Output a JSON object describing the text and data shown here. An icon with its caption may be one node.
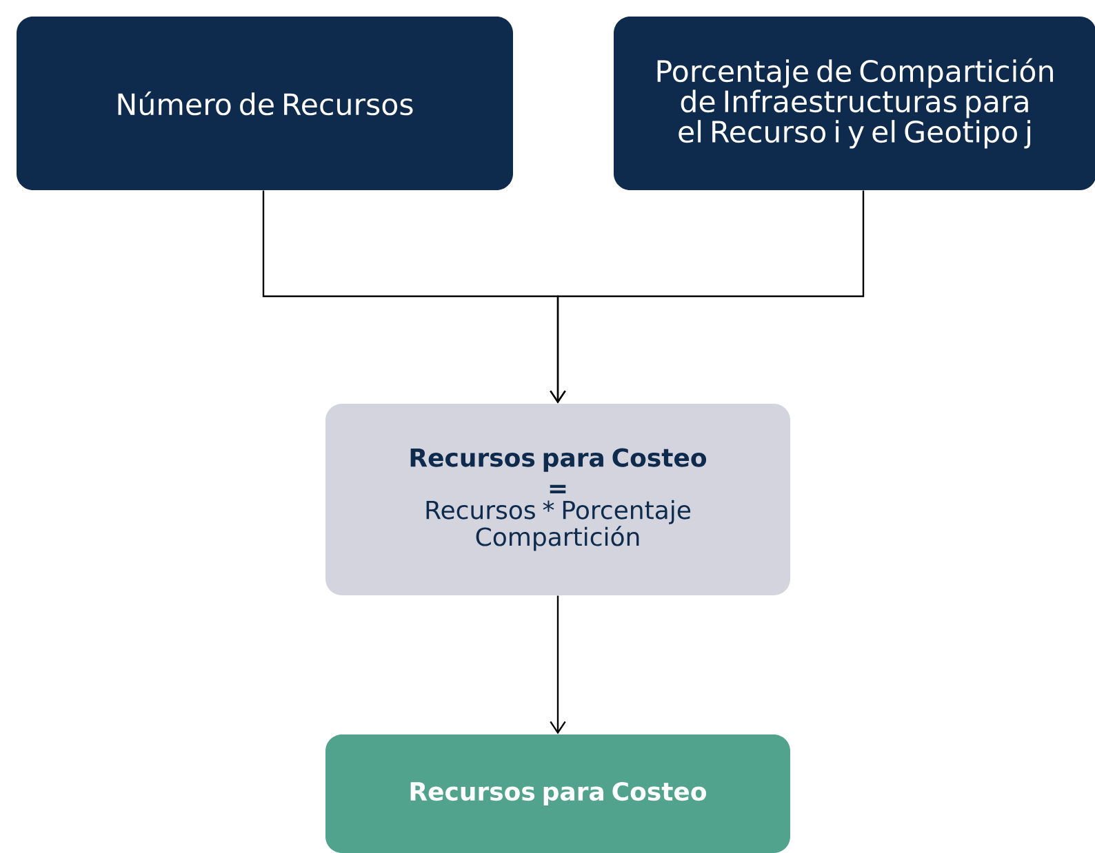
{
  "diagram": {
    "nodes": [
      {
        "text": [
          "Número de Recursos"
        ]
      },
      {
        "text": [
          "Porcentaje de Compartición de Infraestructuras para el Recurso i y el Geotipo j"
        ]
      },
      {
        "text": [
          "Recursos para Costeo",
          "=",
          "Recursos * Porcentaje Compartición"
        ]
      },
      {
        "text": [
          "Recursos para Costeo"
        ]
      }
    ],
    "edges": [
      {
        "from": 0,
        "to": 2,
        "arrow": "to"
      },
      {
        "from": 1,
        "to": 2,
        "arrow": "to"
      },
      {
        "from": 2,
        "to": 3,
        "arrow": "to"
      }
    ]
  }
}
